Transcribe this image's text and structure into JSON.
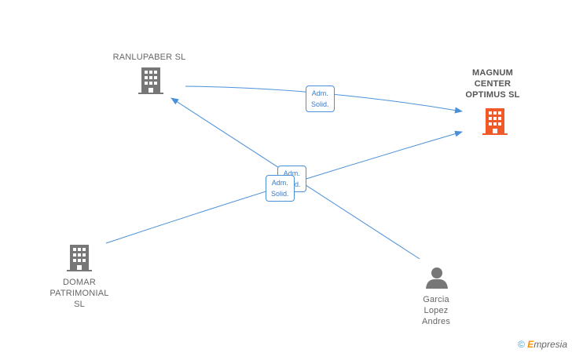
{
  "nodes": {
    "ranlupaber": {
      "label": "RANLUPABER SL",
      "type": "company"
    },
    "magnum": {
      "label": "MAGNUM\nCENTER\nOPTIMUS SL",
      "type": "company-main"
    },
    "domar": {
      "label": "DOMAR\nPATRIMONIAL\nSL",
      "type": "company"
    },
    "garcia": {
      "label": "Garcia\nLopez\nAndres",
      "type": "person"
    }
  },
  "edges": [
    {
      "from": "ranlupaber",
      "to": "magnum",
      "label": "Adm.\nSolid."
    },
    {
      "from": "garcia",
      "to": "ranlupaber",
      "label": "Adm.\nSolid."
    },
    {
      "from": "domar",
      "to": "magnum",
      "label": "Adm.\nSolid."
    }
  ],
  "colors": {
    "edge": "#4a90d9",
    "company_icon": "#777777",
    "main_icon": "#f05a28",
    "person_icon": "#777777"
  },
  "brand": {
    "copyright": "©",
    "e": "E",
    "rest": "mpresia"
  }
}
